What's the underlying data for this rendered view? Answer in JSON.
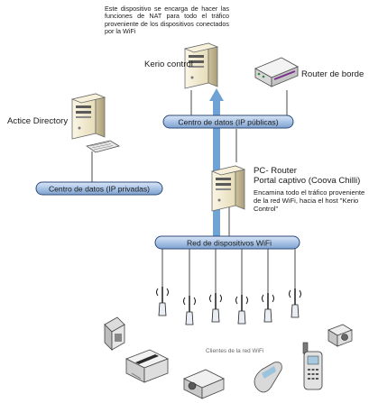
{
  "labels": {
    "nat_description": "Este dispositivo se encarga de hacer las funciones de NAT para todo el tráfico proveniente de los dispositivos conectados por la WiFi",
    "kerio_control": "Kerio control",
    "border_router": "Router de borde",
    "active_directory": "Actice Directory",
    "pc_router_line1": "PC- Router",
    "pc_router_line2": "Portal captivo (Coova Chilli)",
    "pc_router_description": "Encamina todo el tráfico proveniente de la red WiFi, hacia el host \"Kerio Control\"",
    "wifi_clients": "Clientes de la red WiFi"
  },
  "buses": {
    "public_dc": "Centro de datos (IP públicas)",
    "private_dc": "Centro de datos (IP privadas)",
    "wifi_network": "Red de dispositivos WiFi"
  },
  "icons": {
    "kerio_server": "server-tower-icon",
    "border_router": "router-icon",
    "ad_server": "server-tower-icon",
    "pc_router_server": "server-tower-icon",
    "access_point": "wifi-antenna-icon",
    "client_devices": [
      "webcam-icon",
      "printer-icon",
      "projector-icon",
      "mobile-phone-icon",
      "cell-phone-icon",
      "camera-icon"
    ]
  },
  "colors": {
    "bus_fill": "#a9c4e6",
    "bus_stroke": "#2c4b78",
    "traffic_arrow": "#6fa3d6",
    "device_body": "#f1e9cf"
  }
}
